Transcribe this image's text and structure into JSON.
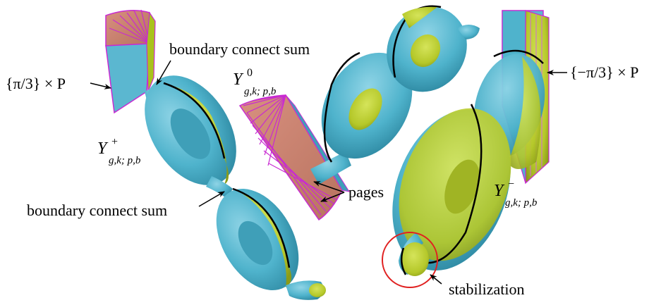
{
  "labels": {
    "boundary_top": "boundary connect sum",
    "boundary_bottom": "boundary connect sum",
    "pi_left": "{π/3} × P",
    "pi_right": "{−π/3} × P",
    "y_plus": {
      "base": "Y",
      "sup": "+",
      "sub": "g,k; p,b"
    },
    "y_zero": {
      "base": "Y",
      "sup": "0",
      "sub": "g,k; p,b"
    },
    "y_minus": {
      "base": "Y",
      "sup": "−",
      "sub": "g,k; p,b"
    },
    "pages": "pages",
    "stabilization": "stabilization"
  },
  "colors": {
    "blue_surface": "#4fb3cc",
    "yellow_surface": "#b5c82a",
    "page_fill": "#c98278",
    "page_edge": "#c82ad2",
    "highlight_circle": "#e02020"
  }
}
